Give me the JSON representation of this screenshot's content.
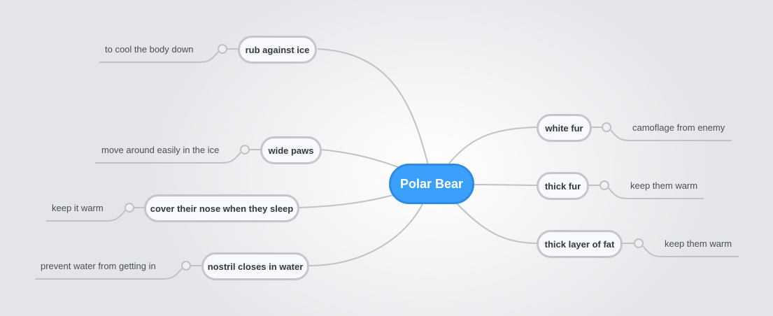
{
  "root": {
    "label": "Polar Bear",
    "color": "#3aa0fb"
  },
  "branches": [
    {
      "label": "rub against ice",
      "side": "left",
      "note": "to cool the body down"
    },
    {
      "label": "wide paws",
      "side": "left",
      "note": "move around easily in the ice"
    },
    {
      "label": "cover their nose when they sleep",
      "side": "left",
      "note": "keep it warm"
    },
    {
      "label": "nostril closes in water",
      "side": "left",
      "note": "prevent water from getting in"
    },
    {
      "label": "white fur",
      "side": "right",
      "note": "camoflage from enemy"
    },
    {
      "label": "thick fur",
      "side": "right",
      "note": "keep them warm"
    },
    {
      "label": "thick layer of fat",
      "side": "right",
      "note": "keep them warm"
    }
  ],
  "colors": {
    "line": "#c0c2c5",
    "node_border": "#c4c6c9",
    "node_fill": "#f7f9fd",
    "text": "#333840"
  }
}
